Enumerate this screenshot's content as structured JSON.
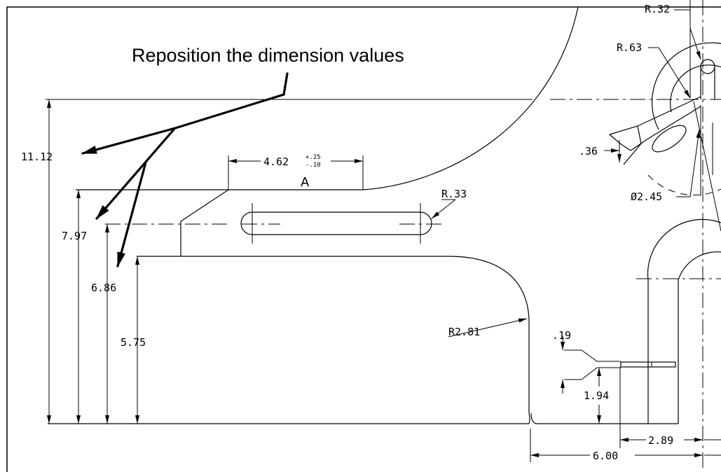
{
  "callout": {
    "text": "Reposition the dimension values"
  },
  "dimensions": {
    "height_11_12": "11.12",
    "height_7_97": "7.97",
    "height_6_86": "6.86",
    "height_5_75": "5.75",
    "width_4_62": "4.62",
    "tol_plus": "+.25",
    "tol_minus": "-.10",
    "datum_a": "A",
    "radius_r33": "R.33",
    "radius_r281": "R2.81",
    "dim_19": ".19",
    "dim_194": "1.94",
    "dim_289": "2.89",
    "dim_600": "6.00",
    "dim_36": ".36",
    "radius_r63": "R.63",
    "radius_r32": "R.32",
    "diameter_245": "Ø2.45"
  }
}
